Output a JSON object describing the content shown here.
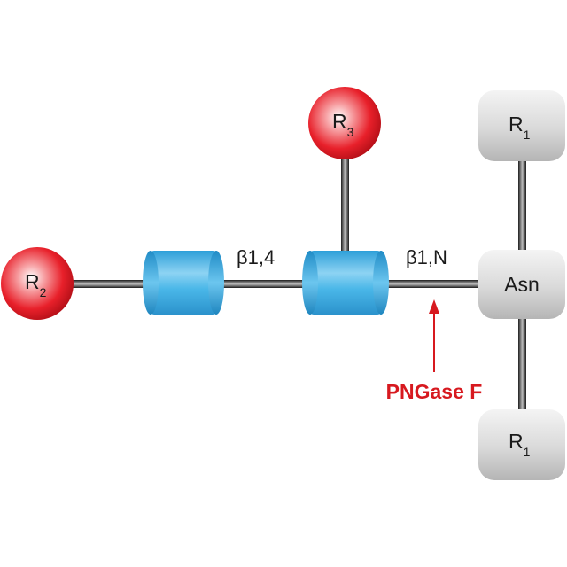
{
  "nodes": {
    "r2": {
      "letter": "R",
      "sub": "2"
    },
    "r3": {
      "letter": "R",
      "sub": "3"
    },
    "r1_top": {
      "letter": "R",
      "sub": "1"
    },
    "r1_bottom": {
      "letter": "R",
      "sub": "1"
    },
    "asn": {
      "label": "Asn"
    }
  },
  "bonds": {
    "glcnac_link": "β1,4",
    "asn_link": "β1,N"
  },
  "enzyme": {
    "label": "PNGase F"
  },
  "colors": {
    "red_sphere": "#e8202a",
    "glcnac_blue": "#3fb2e6",
    "amino_acid_gray": "#d4d4d4",
    "enzyme_red": "#d7191f",
    "bond_dark": "#333333"
  }
}
